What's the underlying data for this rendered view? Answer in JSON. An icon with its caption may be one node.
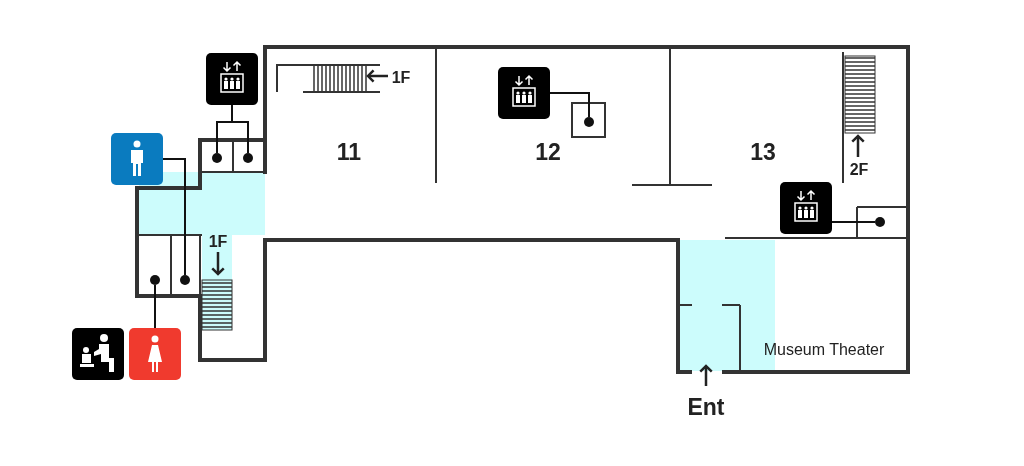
{
  "diagram": {
    "nodes": [
      {
        "text": [],
        "shape": "picture"
      },
      {
        "text": [],
        "shape": "circle"
      },
      {
        "text": [],
        "shape": "circle"
      },
      {
        "text": [],
        "shape": "picture"
      },
      {
        "text": [],
        "shape": "circle"
      },
      {
        "text": [],
        "shape": "picture"
      },
      {
        "text": [],
        "shape": "circle"
      },
      {
        "text": [],
        "shape": "picture"
      },
      {
        "text": [],
        "shape": "circle"
      },
      {
        "text": [],
        "shape": "picture"
      },
      {
        "text": [],
        "shape": "circle"
      }
    ],
    "edges": [
      {
        "from": 0,
        "to": 1,
        "arrow": "none"
      },
      {
        "from": 0,
        "to": 2,
        "arrow": "none"
      },
      {
        "from": 3,
        "to": 4,
        "arrow": "none"
      },
      {
        "from": 5,
        "to": 6,
        "arrow": "none"
      },
      {
        "from": 7,
        "to": 8,
        "arrow": "none"
      },
      {
        "from": 9,
        "to": 10,
        "arrow": "none"
      }
    ],
    "labels": [
      "1F",
      "11",
      "12",
      "13",
      "2F",
      "1F",
      "Museum Theater",
      "Ent"
    ]
  }
}
